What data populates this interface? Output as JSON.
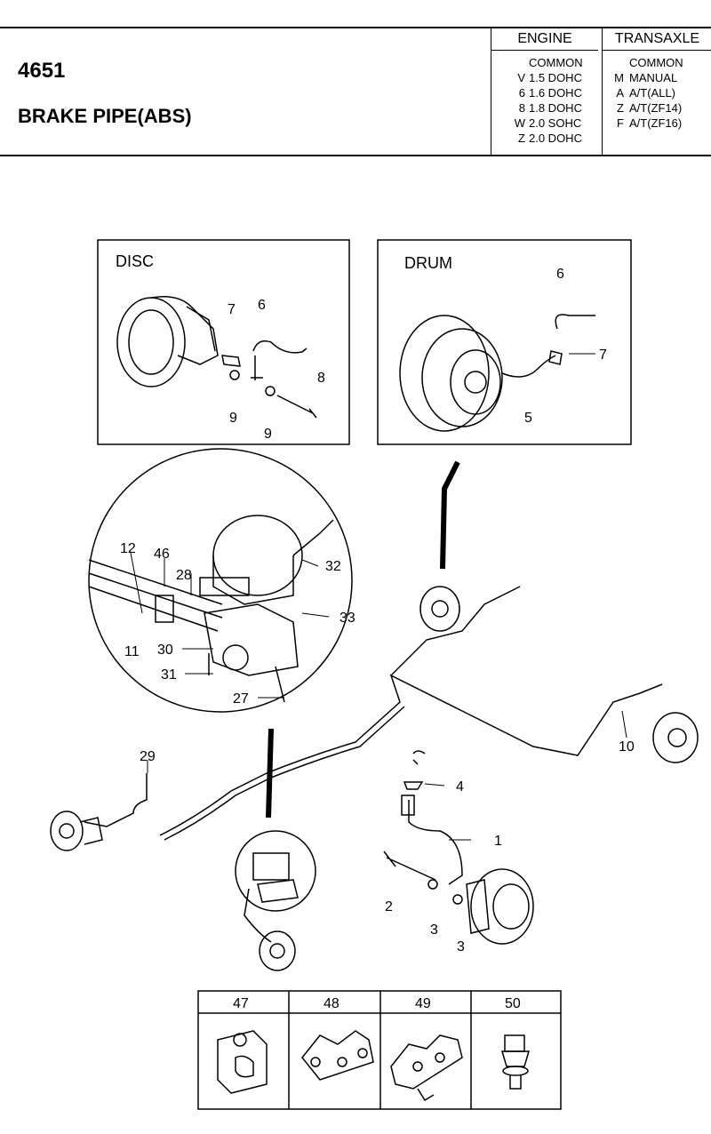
{
  "header": {
    "code": "4651",
    "title": "BRAKE PIPE(ABS)",
    "engine": {
      "heading": "ENGINE",
      "rows": [
        {
          "code": "",
          "desc": "COMMON"
        },
        {
          "code": "V",
          "desc": "1.5 DOHC"
        },
        {
          "code": "6",
          "desc": "1.6 DOHC"
        },
        {
          "code": "8",
          "desc": "1.8 DOHC"
        },
        {
          "code": "W",
          "desc": "2.0 SOHC"
        },
        {
          "code": "Z",
          "desc": "2.0 DOHC"
        }
      ]
    },
    "transaxle": {
      "heading": "TRANSAXLE",
      "rows": [
        {
          "code": "",
          "desc": "COMMON"
        },
        {
          "code": "M",
          "desc": "MANUAL"
        },
        {
          "code": "A",
          "desc": "A/T(ALL)"
        },
        {
          "code": "Z",
          "desc": "A/T(ZF14)"
        },
        {
          "code": "F",
          "desc": "A/T(ZF16)"
        }
      ]
    }
  },
  "diagram": {
    "disc_title": "DISC",
    "drum_title": "DRUM",
    "callouts": [
      "1",
      "2",
      "3",
      "3",
      "4",
      "5",
      "6",
      "6",
      "7",
      "7",
      "8",
      "9",
      "9",
      "10",
      "11",
      "12",
      "27",
      "28",
      "29",
      "30",
      "31",
      "32",
      "33",
      "46"
    ],
    "parts_table": [
      "47",
      "48",
      "49",
      "50"
    ]
  }
}
